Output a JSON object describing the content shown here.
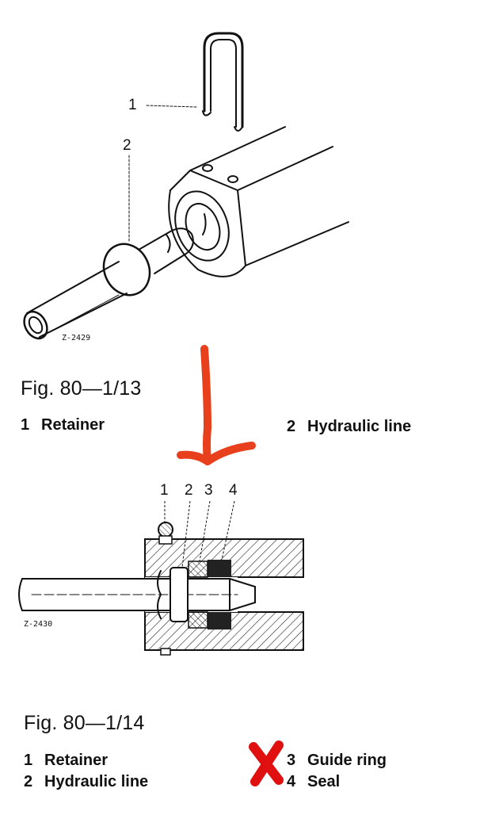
{
  "figure1": {
    "caption": "Fig. 80—1/13",
    "code": "Z-2429",
    "callouts": [
      "1",
      "2"
    ],
    "legend": [
      {
        "num": "1",
        "text": "Retainer"
      },
      {
        "num": "2",
        "text": "Hydraulic line"
      }
    ]
  },
  "figure2": {
    "caption": "Fig. 80—1/14",
    "code": "Z-2430",
    "callouts": [
      "1",
      "2",
      "3",
      "4"
    ],
    "legend_left": [
      {
        "num": "1",
        "text": "Retainer"
      },
      {
        "num": "2",
        "text": "Hydraulic line"
      }
    ],
    "legend_right": [
      {
        "num": "3",
        "text": "Guide ring"
      },
      {
        "num": "4",
        "text": "Seal"
      }
    ]
  },
  "annotations": {
    "arrow_color": "#e8401c",
    "cross_color": "#e01010"
  }
}
